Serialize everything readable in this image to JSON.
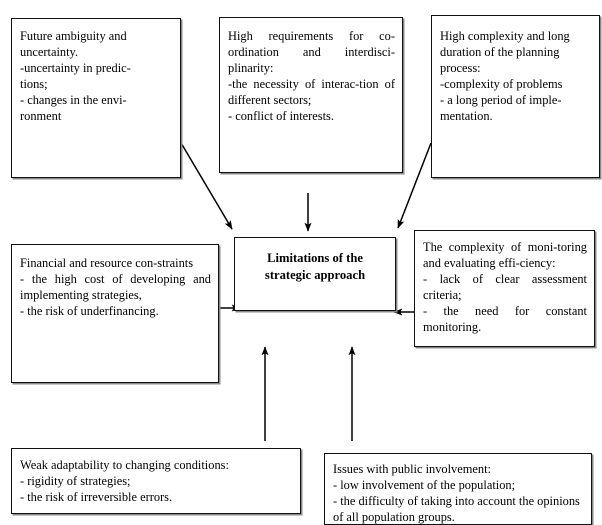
{
  "diagram": {
    "title": "Limitations of the strategic approach",
    "type": "concept-map",
    "center": {
      "id": "center",
      "label": "Limitations of the\nstrategic approach"
    },
    "nodes": [
      {
        "id": "future",
        "label": "Future ambiguity and uncertainty.\n-uncertainty in predic-\ntions;\n- changes in the envi-\nronment"
      },
      {
        "id": "coordination",
        "label": "High requirements for co-ordination and interdisci-plinarity:\n-the necessity of interac-tion of different sectors;\n - conflict of interests."
      },
      {
        "id": "complexity",
        "label": "High complexity and long duration of the planning process:\n-complexity of problems\n- a long period of imple-mentation."
      },
      {
        "id": "financial",
        "label": "Financial and resource con-straints\n- the high cost of developing and implementing strategies,\n- the risk of underfinancing."
      },
      {
        "id": "monitoring",
        "label": " The complexity of moni-toring and evaluating effi-ciency:\n- lack of clear assessment criteria;\n- the need for constant monitoring."
      },
      {
        "id": "adaptability",
        "label": "Weak adaptability to changing conditions:\n- rigidity of strategies;\n- the risk of irreversible errors."
      },
      {
        "id": "public",
        "label": "Issues with public involvement:\n- low involvement of the population;\n- the difficulty of taking into account the opinions of all population groups."
      }
    ],
    "edges": [
      {
        "id": "edge-future-center",
        "from": "future",
        "to": "center",
        "direction": "diagonal-down-right"
      },
      {
        "id": "edge-coordination-center",
        "from": "coordination",
        "to": "center",
        "direction": "down"
      },
      {
        "id": "edge-complexity-center",
        "from": "complexity",
        "to": "center",
        "direction": "diagonal-down-left"
      },
      {
        "id": "edge-financial-center",
        "from": "financial",
        "to": "center",
        "direction": "right"
      },
      {
        "id": "edge-monitoring-center",
        "from": "monitoring",
        "to": "center",
        "direction": "left"
      },
      {
        "id": "edge-adaptability-center",
        "from": "adaptability",
        "to": "center",
        "direction": "up"
      },
      {
        "id": "edge-public-center",
        "from": "public",
        "to": "center",
        "direction": "up"
      }
    ],
    "colors": {
      "border": "#111111",
      "shadow": "#8a8a8a",
      "background": "#ffffff",
      "text": "#000000",
      "arrow": "#000000"
    }
  }
}
